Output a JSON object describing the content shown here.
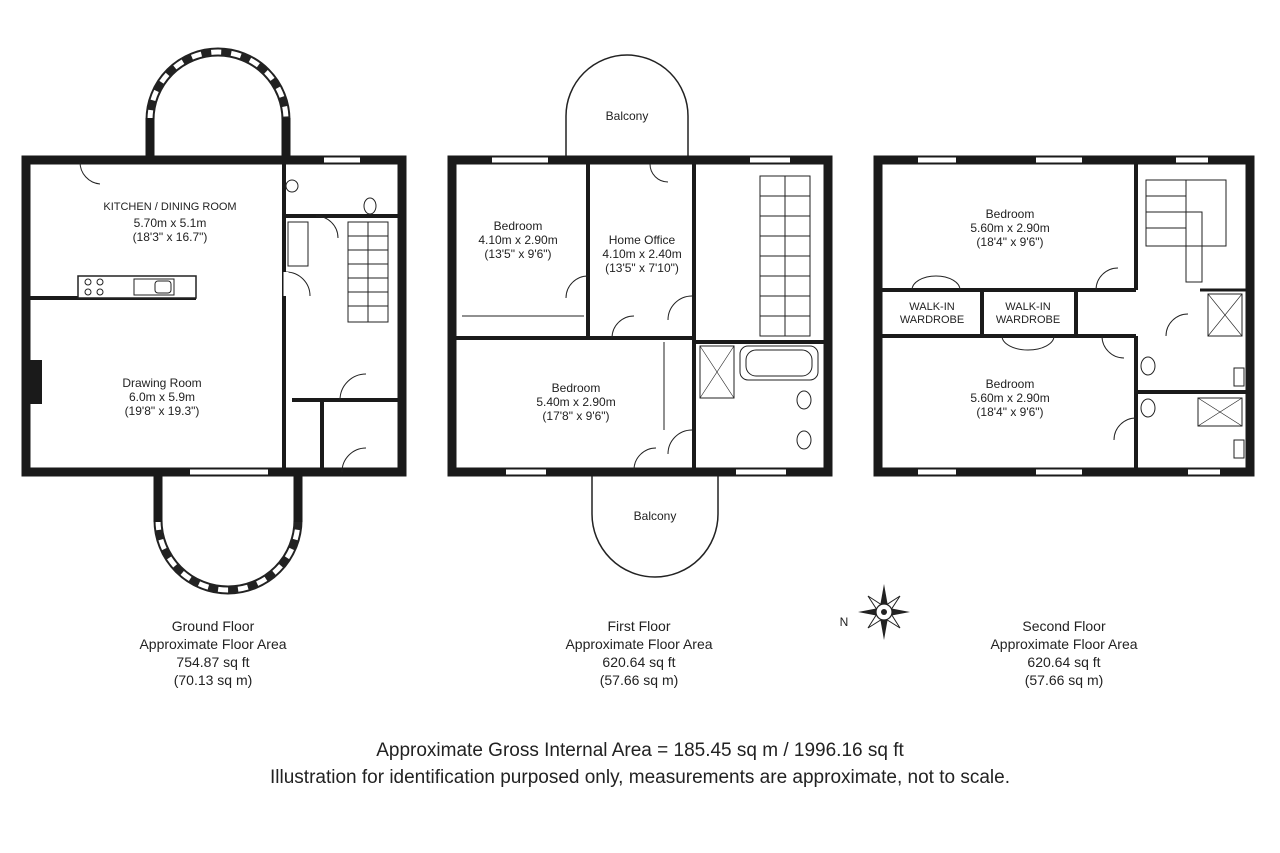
{
  "ground_floor": {
    "kitchen": {
      "name": "KITCHEN / DINING ROOM",
      "metric": "5.70m x  5.1m",
      "imperial": "(18'3\" x 16.7\")"
    },
    "drawing": {
      "name": "Drawing Room",
      "metric": "6.0m x 5.9m",
      "imperial": "(19'8\" x 19.3\")"
    },
    "area": {
      "title": "Ground Floor",
      "subtitle": "Approximate Floor Area",
      "sqft": "754.87 sq ft",
      "sqm": "(70.13 sq m)"
    }
  },
  "first_floor": {
    "balcony_top": "Balcony",
    "balcony_bottom": "Balcony",
    "bedroom1": {
      "name": "Bedroom",
      "metric": "4.10m x 2.90m",
      "imperial": "(13'5\" x 9'6\")"
    },
    "office": {
      "name": "Home Office",
      "metric": "4.10m x 2.40m",
      "imperial": "(13'5\" x 7'10\")"
    },
    "bedroom2": {
      "name": "Bedroom",
      "metric": "5.40m x 2.90m",
      "imperial": "(17'8\" x 9'6\")"
    },
    "area": {
      "title": "First Floor",
      "subtitle": "Approximate Floor Area",
      "sqft": "620.64 sq ft",
      "sqm": "(57.66 sq m)"
    }
  },
  "second_floor": {
    "bedroom1": {
      "name": "Bedroom",
      "metric": "5.60m x 2.90m",
      "imperial": "(18'4\" x 9'6\")"
    },
    "wardrobe1": {
      "line1": "WALK-IN",
      "line2": "WARDROBE"
    },
    "wardrobe2": {
      "line1": "WALK-IN",
      "line2": "WARDROBE"
    },
    "bedroom2": {
      "name": "Bedroom",
      "metric": "5.60m x 2.90m",
      "imperial": "(18'4\" x 9'6\")"
    },
    "area": {
      "title": "Second Floor",
      "subtitle": "Approximate Floor Area",
      "sqft": "620.64 sq ft",
      "sqm": "(57.66 sq m)"
    }
  },
  "compass": {
    "label": "N"
  },
  "footer": {
    "line1": "Approximate Gross Internal Area = 185.45 sq m / 1996.16 sq ft",
    "line2": "Illustration for identification purposed only, measurements are approximate, not to scale."
  },
  "colors": {
    "wall": "#1a1a1a",
    "line": "#222222",
    "background": "#ffffff"
  }
}
